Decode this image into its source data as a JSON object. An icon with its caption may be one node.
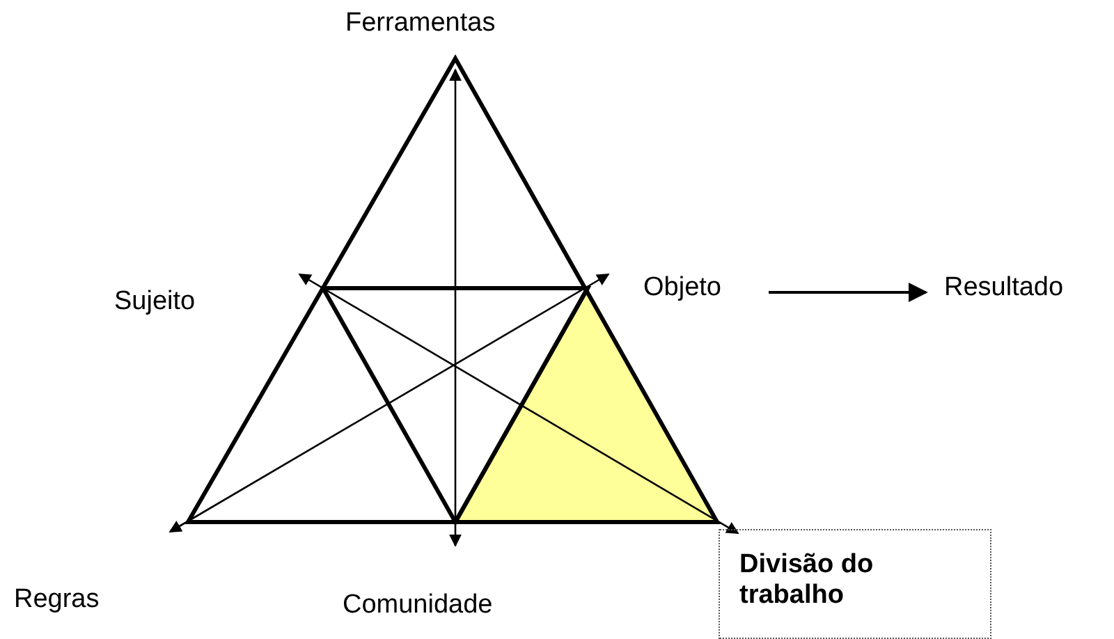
{
  "diagram": {
    "nodes": [
      {
        "text": [
          "Ferramentas"
        ]
      },
      {
        "text": [
          "Sujeito"
        ]
      },
      {
        "text": [
          "Objeto"
        ]
      },
      {
        "text": [
          "Resultado"
        ]
      },
      {
        "text": [
          "Regras"
        ]
      },
      {
        "text": [
          "Comunidade"
        ]
      },
      {
        "text": [
          "Divisão do trabalho"
        ]
      }
    ],
    "edges": [
      {
        "from": 5,
        "to": 0,
        "arrow": "both"
      },
      {
        "from": 1,
        "to": 6,
        "arrow": "both"
      },
      {
        "from": 2,
        "to": 4,
        "arrow": "both"
      },
      {
        "from": 2,
        "to": 3,
        "arrow": "to"
      }
    ]
  }
}
